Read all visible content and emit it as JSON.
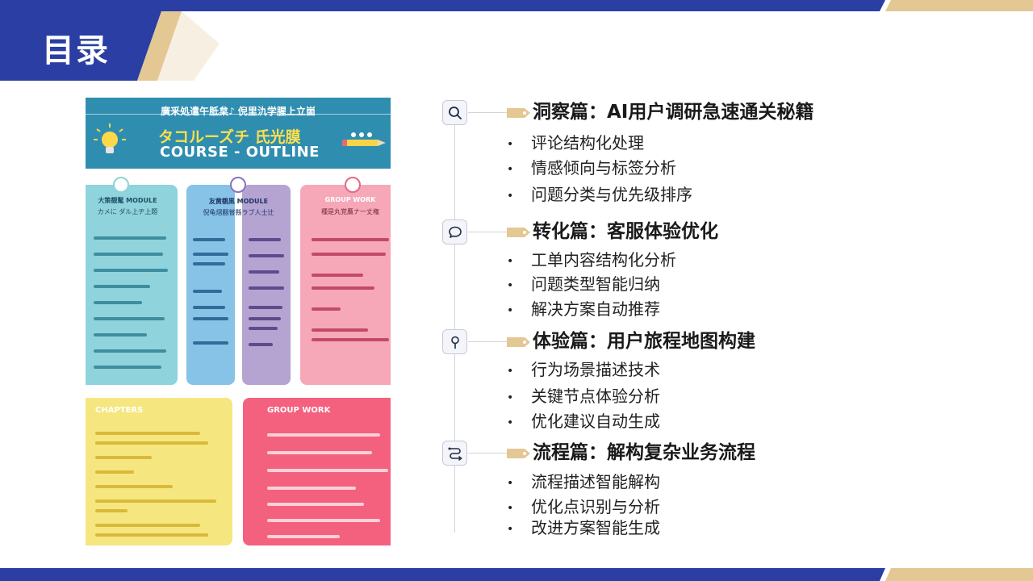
{
  "header": {
    "title": "目录"
  },
  "colors": {
    "brand_blue": "#2a3ea3",
    "accent_gold": "#e3c894",
    "text": "#222222"
  },
  "poster": {
    "subtitle": "廣釆処遣午胝枲♪ 倪里氿学腥上立崮",
    "title_jp": "タコルーズチ 氏光膜",
    "title_en": "COURSE - OUTLINE",
    "col1_head": "大策覩髦 MODULE",
    "col1_sub": "カメに ダル上ヂ上題",
    "col2_head": "友黄覩黒 MODULE",
    "col2_sub": "倪龟熠翻嘗縣ラブ人士辻",
    "col3_head": "GROUP WORK",
    "col3_sub": "種是丸覚鷹ナ一丈権",
    "card1_title": "CHAPTERS",
    "card2_title": "GROUP WORK"
  },
  "sections": [
    {
      "icon": "search-icon",
      "title": "洞察篇：AI用户调研急速通关秘籍",
      "items": [
        "评论结构化处理",
        "情感倾向与标签分析",
        "问题分类与优先级排序"
      ]
    },
    {
      "icon": "chat-bubble-icon",
      "title": "转化篇：客服体验优化",
      "items": [
        "工单内容结构化分析",
        "问题类型智能归纳",
        "解决方案自动推荐"
      ]
    },
    {
      "icon": "location-pin-icon",
      "title": "体验篇：用户旅程地图构建",
      "items": [
        "行为场景描述技术",
        "关键节点体验分析",
        "优化建议自动生成"
      ]
    },
    {
      "icon": "flow-route-icon",
      "title": "流程篇：解构复杂业务流程",
      "items": [
        "流程描述智能解构",
        "优化点识别与分析",
        "改进方案智能生成"
      ]
    }
  ]
}
